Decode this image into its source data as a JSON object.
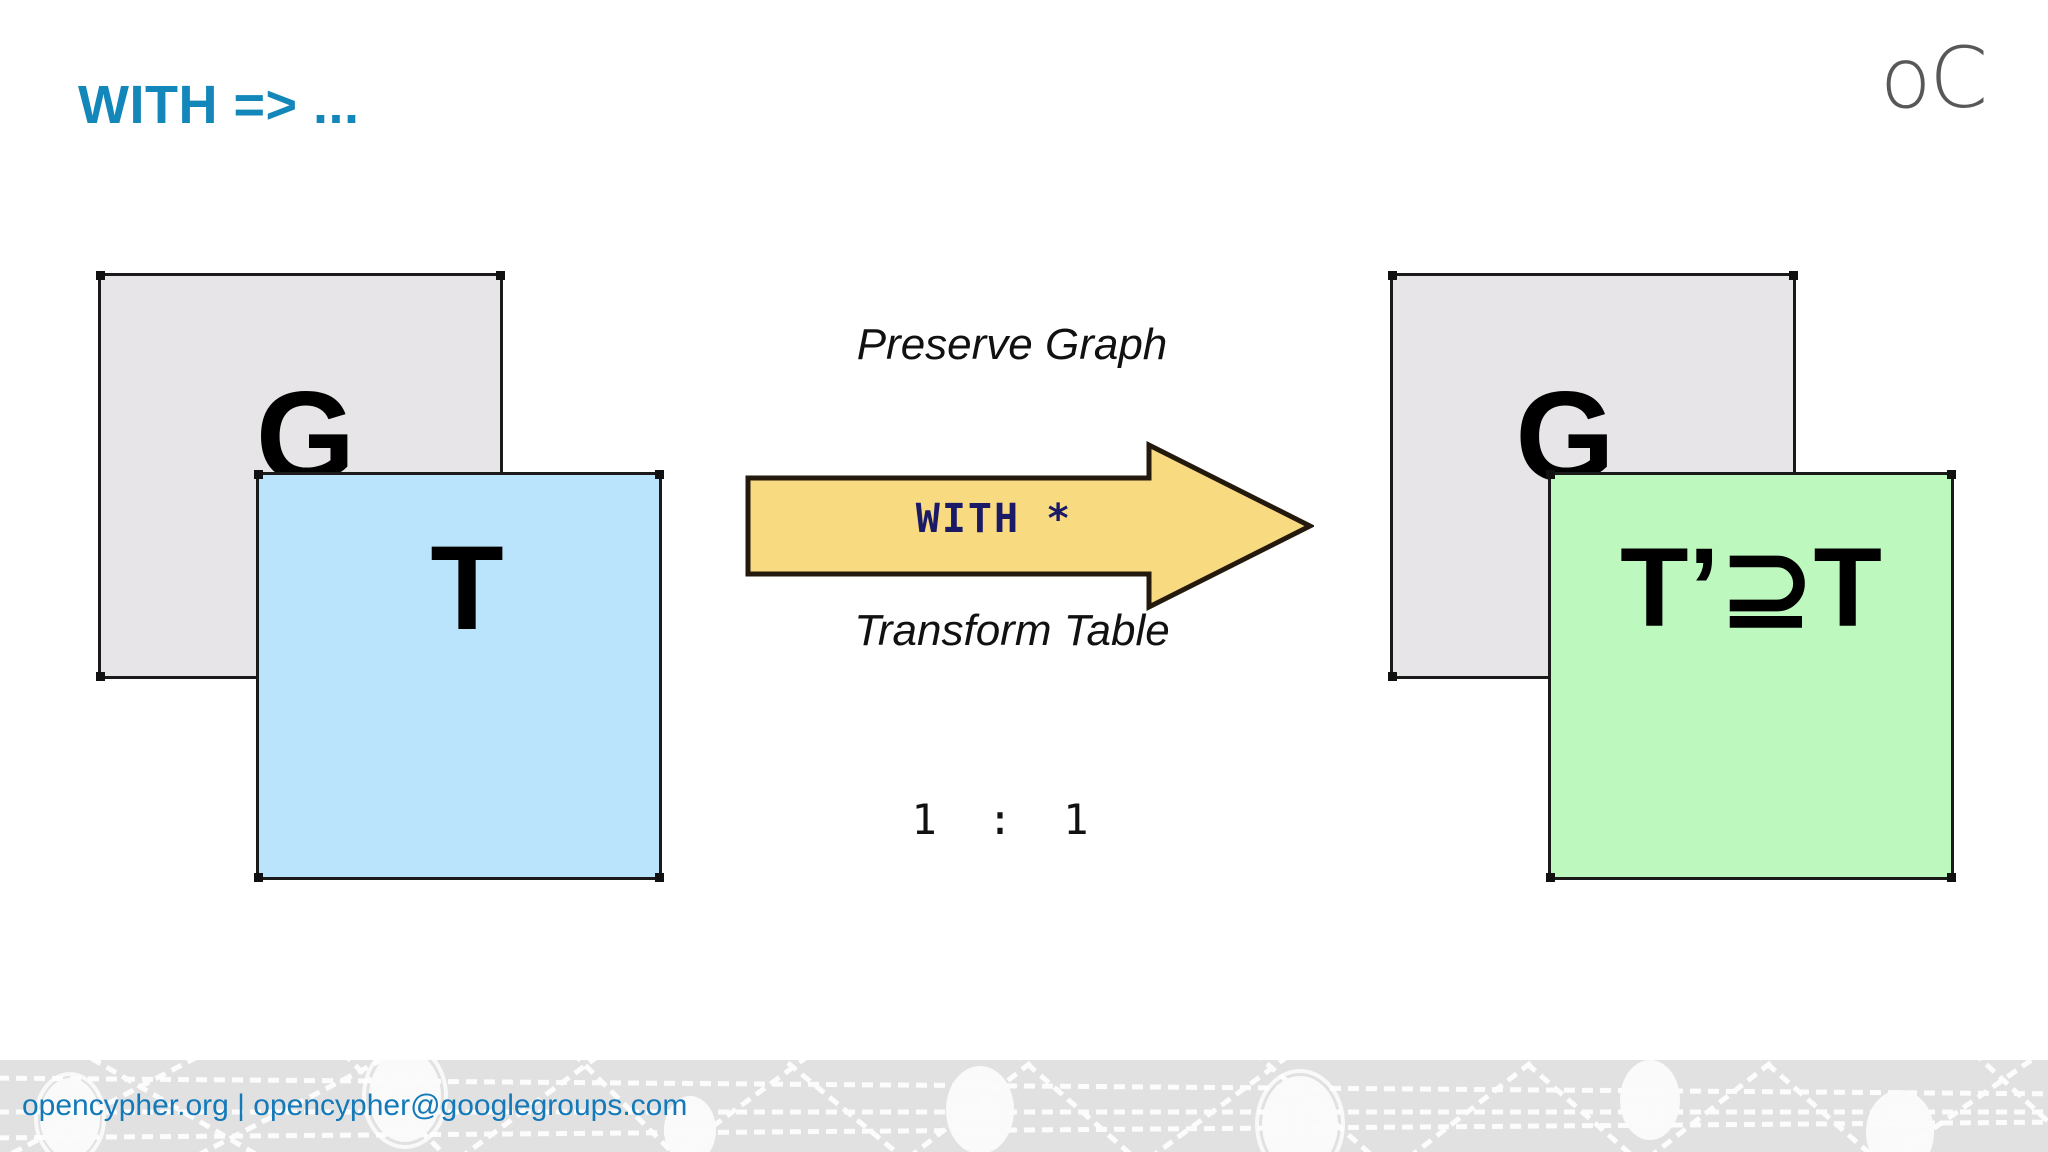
{
  "slide": {
    "title": "WITH => ...",
    "logo_text": "oC",
    "background_color": "#ffffff",
    "title_color": "#1387ba"
  },
  "diagram": {
    "left_group": {
      "graph_box": {
        "label": "G",
        "fill": "#e7e5e7",
        "border": "#1a1a1a"
      },
      "table_box": {
        "label": "T",
        "fill": "#bae4fb",
        "border": "#1a1a1a"
      }
    },
    "right_group": {
      "graph_box": {
        "label": "G",
        "fill": "#e7e5e7",
        "border": "#1a1a1a"
      },
      "table_box": {
        "label": "T’⊇T",
        "fill": "#bdf8be",
        "border": "#1a1a1a"
      }
    },
    "arrow": {
      "label": "WITH *",
      "fill": "#f8da80",
      "border": "#231a0d",
      "label_color": "#1a1a66"
    },
    "annotations": {
      "above": "Preserve Graph",
      "below": "Transform Table",
      "ratio": "1  :  1"
    }
  },
  "footer": {
    "text": "opencypher.org | opencypher@googlegroups.com",
    "link_color": "#1379b8",
    "band_color": "#e2e1e1"
  }
}
